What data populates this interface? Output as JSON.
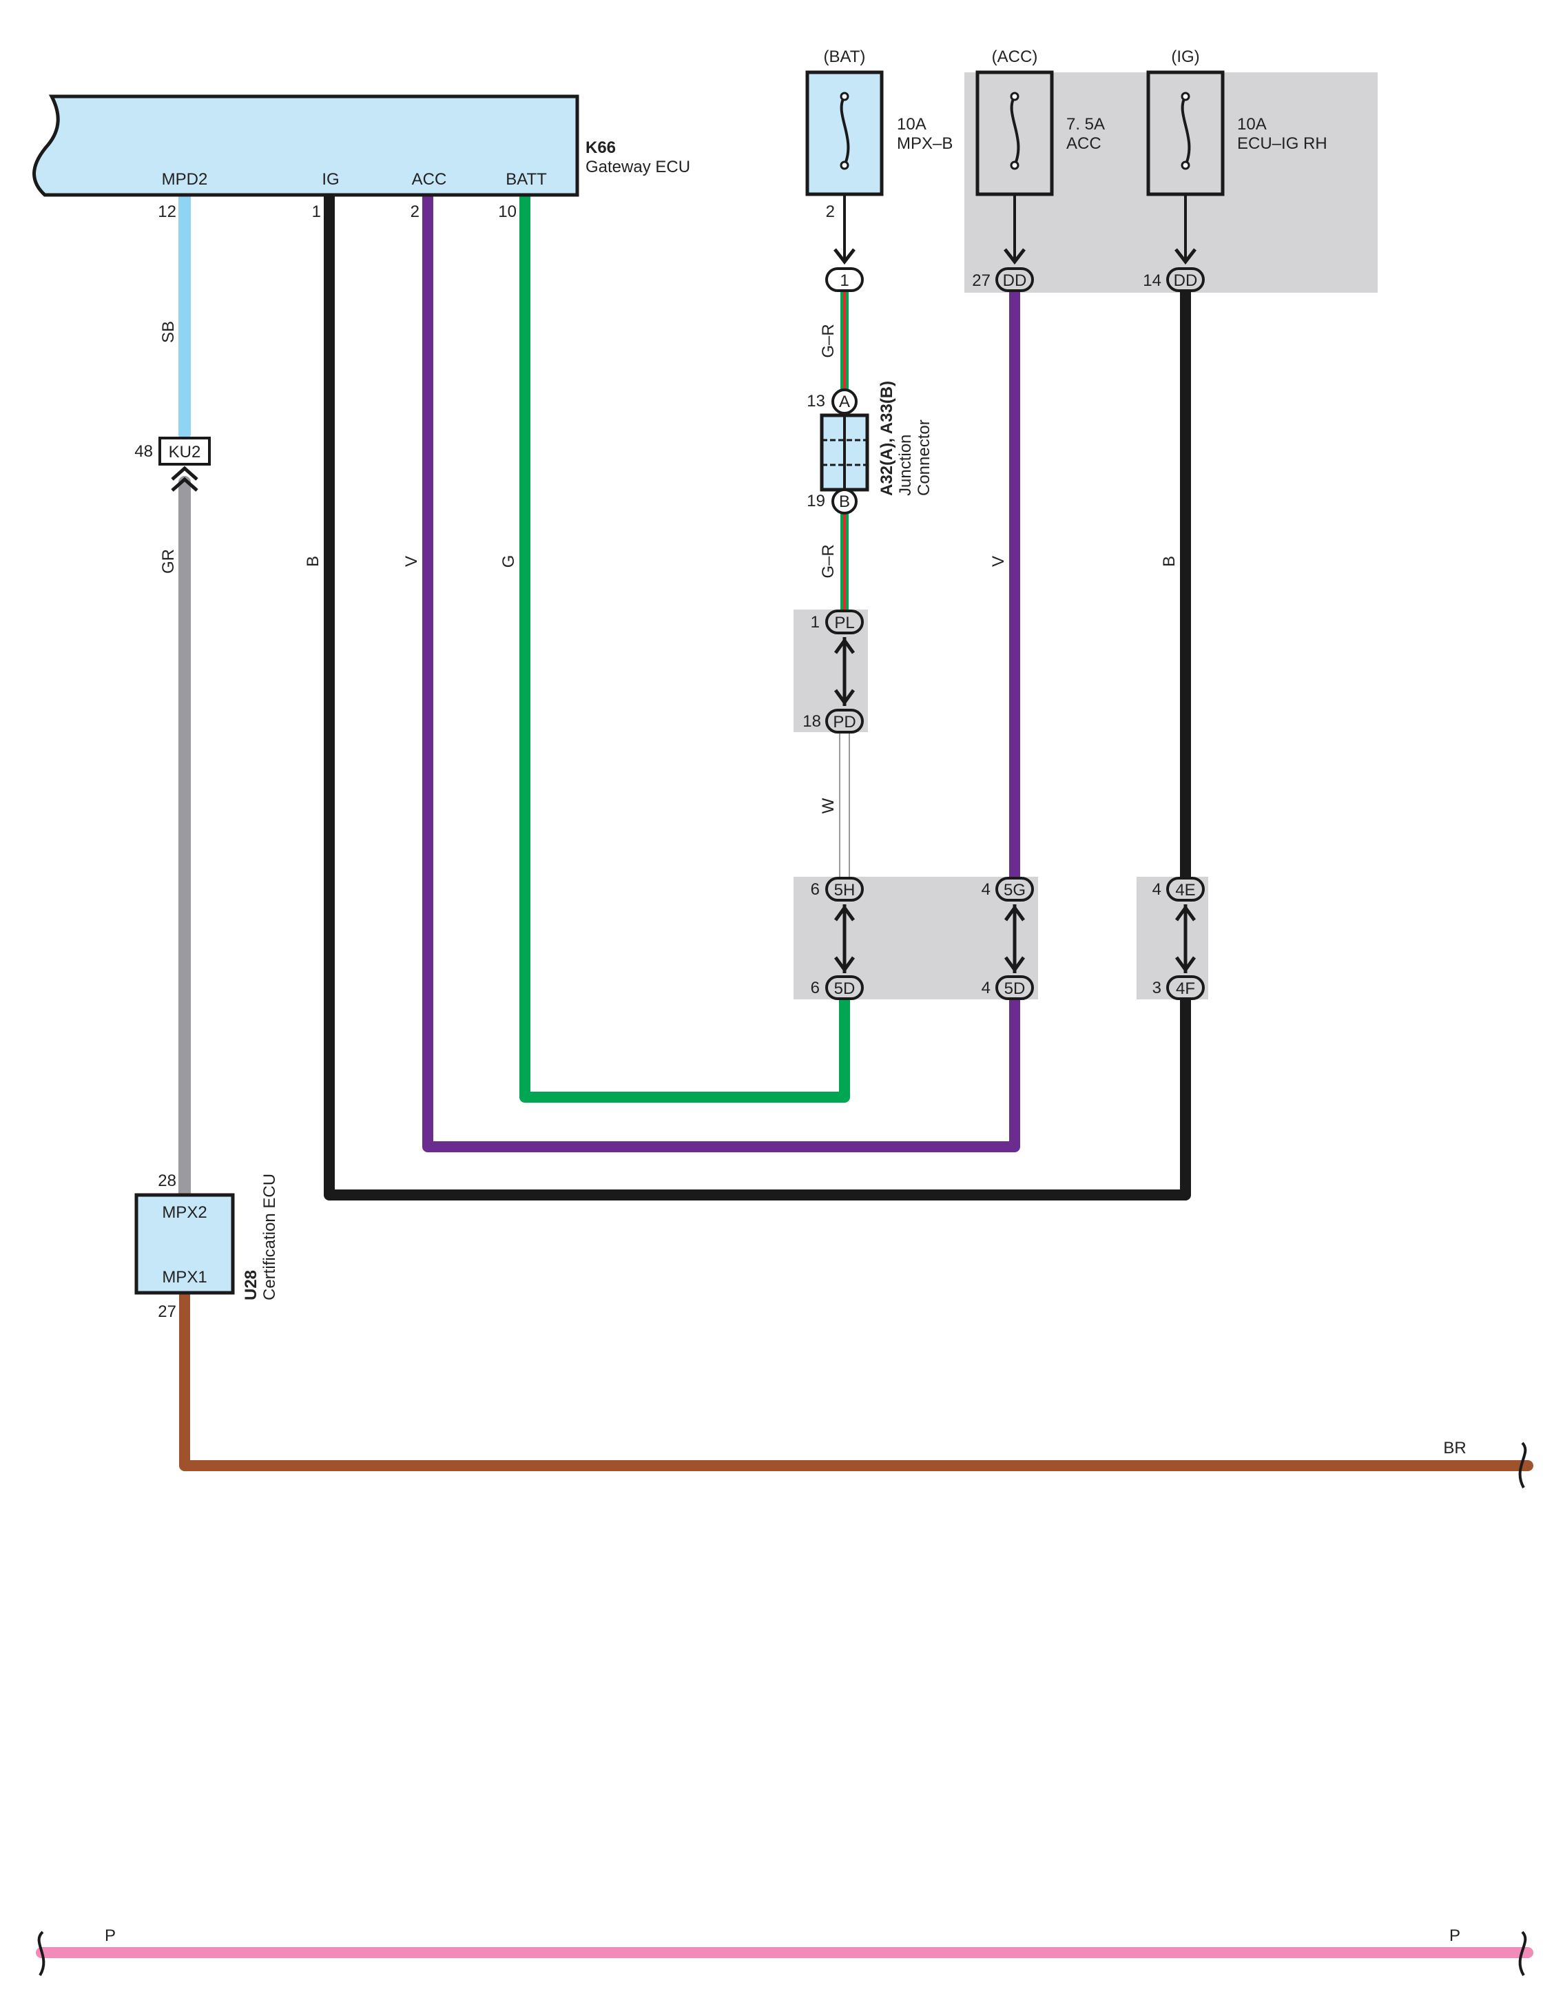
{
  "colors": {
    "ecu_fill": "#c6e7f8",
    "shade": "#d4d4d6",
    "stroke": "#1a1a1a",
    "wire_sb": "#8fd4f2",
    "wire_gr": "#9b9b9f",
    "wire_b": "#1a1a1a",
    "wire_v": "#6a2c8f",
    "wire_g": "#00a651",
    "wire_gr_green": "#00a651",
    "wire_gr_red": "#e32b2b",
    "wire_w_outline": "#9b9b9f",
    "wire_br": "#a0522d",
    "wire_p": "#f28bb8"
  },
  "gateway": {
    "id": "K66",
    "name": "Gateway ECU",
    "pins": [
      {
        "num": "12",
        "name": "MPD2"
      },
      {
        "num": "1",
        "name": "IG"
      },
      {
        "num": "2",
        "name": "ACC"
      },
      {
        "num": "10",
        "name": "BATT"
      }
    ]
  },
  "fuses": [
    {
      "source": "(BAT)",
      "amp": "10A",
      "name": "MPX–B",
      "pin": "2",
      "conn_pin": "1",
      "conn_label": "1"
    },
    {
      "source": "(ACC)",
      "amp": "7. 5A",
      "name": "ACC",
      "conn_pin": "27",
      "conn_label": "DD"
    },
    {
      "source": "(IG)",
      "amp": "10A",
      "name": "ECU–IG RH",
      "conn_pin": "14",
      "conn_label": "DD"
    }
  ],
  "junction": {
    "id": "A32(A), A33(B)",
    "line1": "Junction",
    "line2": "Connector",
    "top_pin": "13",
    "top_label": "A",
    "bottom_pin": "19",
    "bottom_label": "B"
  },
  "wire_labels": {
    "sb": "SB",
    "gr": "GR",
    "b_left": "B",
    "v_left": "V",
    "g": "G",
    "g_r_top": "G–R",
    "g_r_bottom": "G–R",
    "w": "W",
    "v_right": "V",
    "b_right": "B",
    "br": "BR",
    "p_left": "P",
    "p_right": "P"
  },
  "connectors": {
    "ku2": {
      "pin": "48",
      "label": "KU2"
    },
    "pl": {
      "pin": "1",
      "label": "PL"
    },
    "pd": {
      "pin": "18",
      "label": "PD"
    },
    "c5h": {
      "pin": "6",
      "label": "5H"
    },
    "c5d_left": {
      "pin": "6",
      "label": "5D"
    },
    "c5g": {
      "pin": "4",
      "label": "5G"
    },
    "c5d_right": {
      "pin": "4",
      "label": "5D"
    },
    "c4e": {
      "pin": "4",
      "label": "4E"
    },
    "c4f": {
      "pin": "3",
      "label": "4F"
    }
  },
  "cert_ecu": {
    "id": "U28",
    "name": "Certification ECU",
    "pin_top": "28",
    "pin_top_name": "MPX2",
    "pin_bottom": "27",
    "pin_bottom_name": "MPX1"
  }
}
